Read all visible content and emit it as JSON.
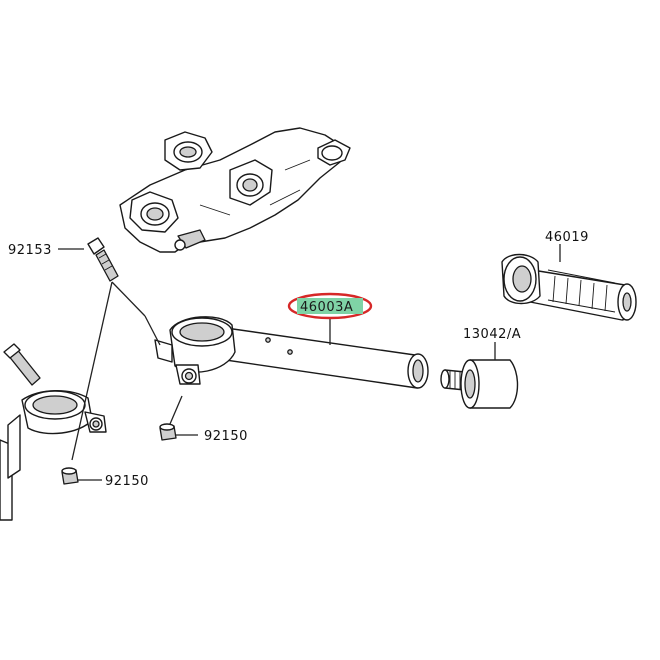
{
  "colors": {
    "highlight_fill": "#7fd3a6",
    "highlight_ring": "#d62828",
    "line": "#222222"
  },
  "callouts": {
    "p92153": "92153",
    "p46019": "46019",
    "p46003a": "46003A",
    "p13042a": "13042/A",
    "p92150_upper": "92150",
    "p92150_lower": "92150"
  }
}
